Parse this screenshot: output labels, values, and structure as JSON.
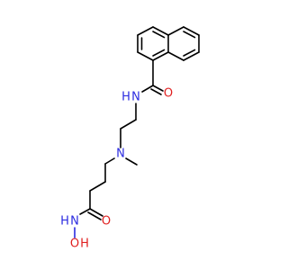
{
  "molecule": {
    "atoms": {
      "amide_n_label": "N",
      "amide_h_label": "H",
      "amide_o_label": "O",
      "amine_n_label": "N",
      "hydroxamic_n_label": "N",
      "hydroxamic_h_label": "H",
      "hydroxamic_o_label": "O",
      "hydroxyl_o_label": "O",
      "hydroxyl_h_label": "H"
    },
    "colors": {
      "carbon_bond": "#000000",
      "nitrogen": "#2b2be0",
      "oxygen": "#e02020"
    }
  }
}
